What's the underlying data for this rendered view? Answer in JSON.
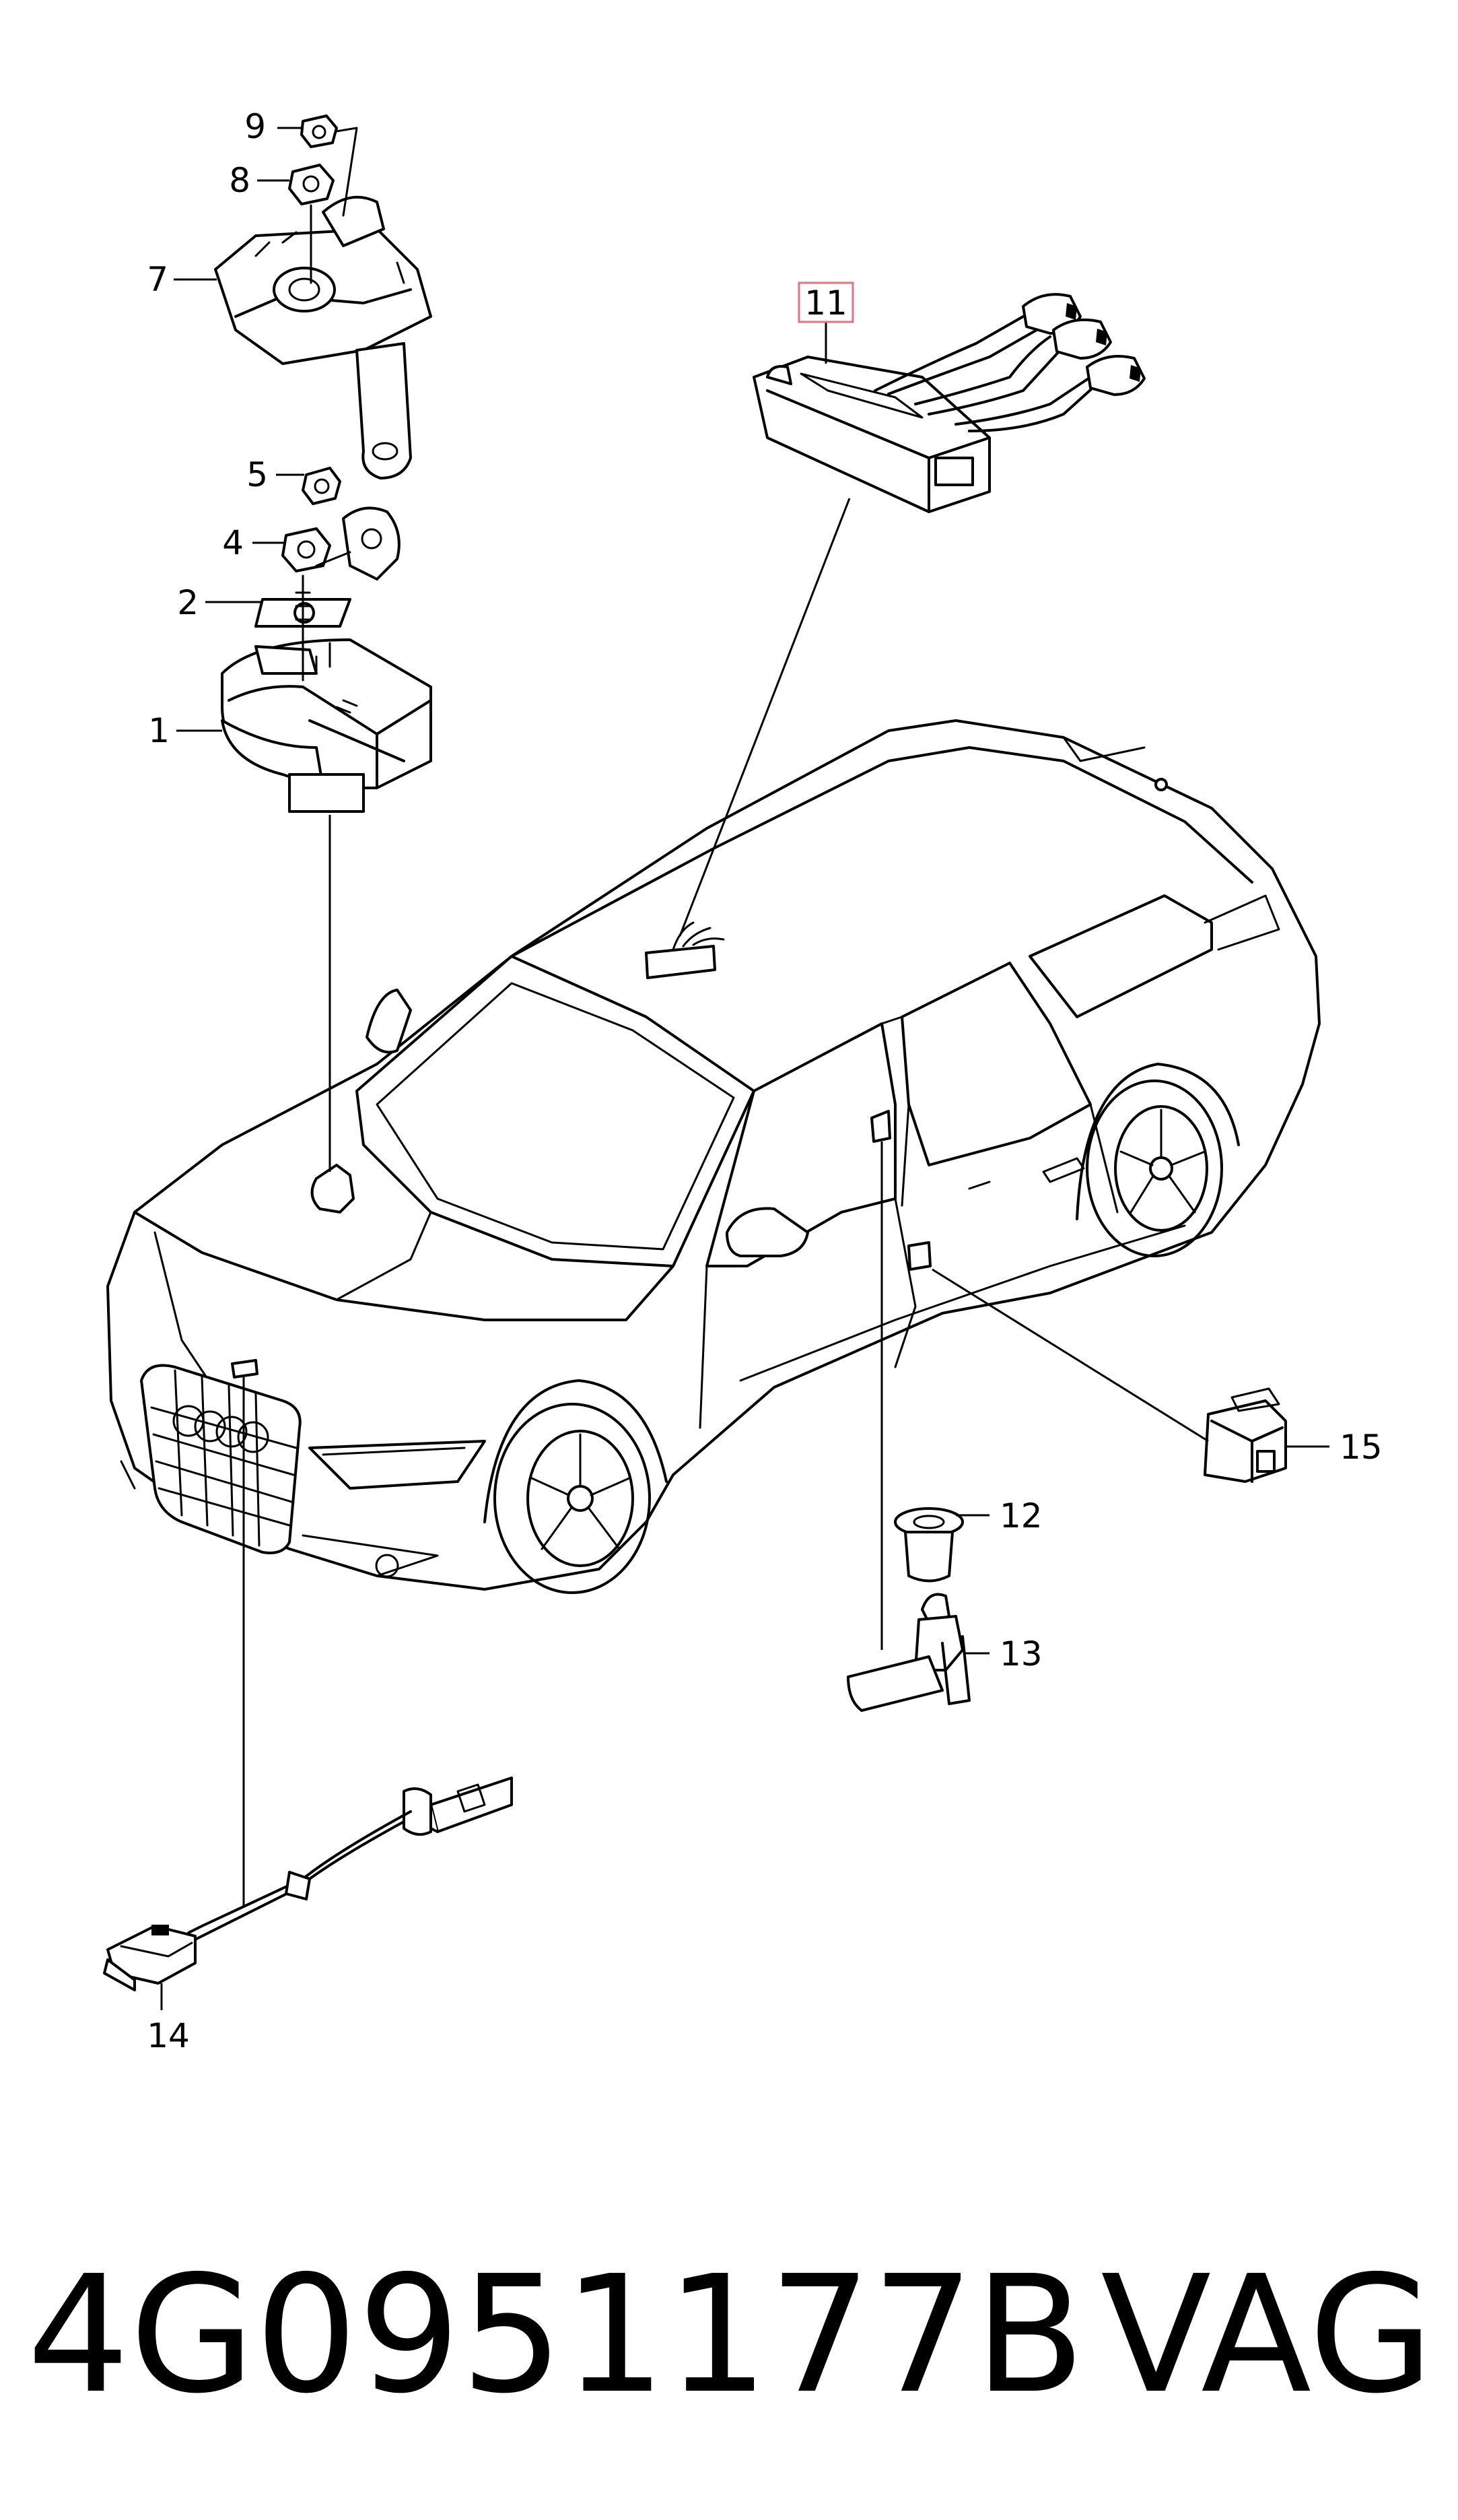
{
  "callouts": [
    "9",
    "8",
    "7",
    "5",
    "4",
    "2",
    "1",
    "11",
    "15",
    "12",
    "13",
    "14"
  ],
  "highlighted_callout": "11",
  "colors": {
    "highlight_box": "#e8707e",
    "line": "#000000",
    "background": "#ffffff"
  },
  "footer": {
    "part_number": "4G0951177B",
    "brand": "VAG"
  }
}
